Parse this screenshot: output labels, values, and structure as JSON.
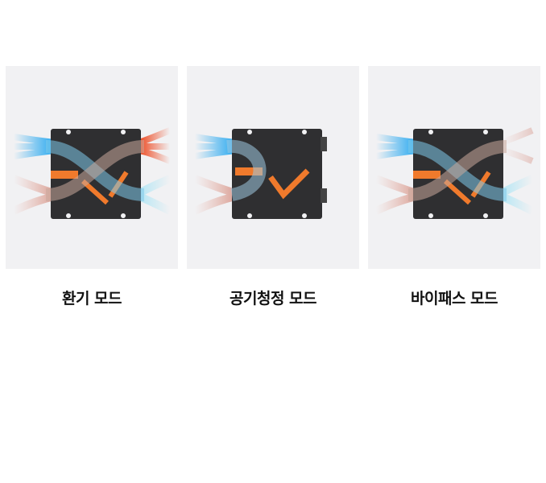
{
  "modes": [
    {
      "label": "환기 모드",
      "icon": "ventilation-mode-illustration"
    },
    {
      "label": "공기청정 모드",
      "icon": "air-purification-mode-illustration"
    },
    {
      "label": "바이패스 모드",
      "icon": "bypass-mode-illustration"
    }
  ],
  "colors": {
    "panel_bg": "#f1f1f3",
    "device": "#2f2f31",
    "accent_orange": "#f07a2c",
    "air_blue": "#29a9f0",
    "air_red": "#ee4a22"
  }
}
